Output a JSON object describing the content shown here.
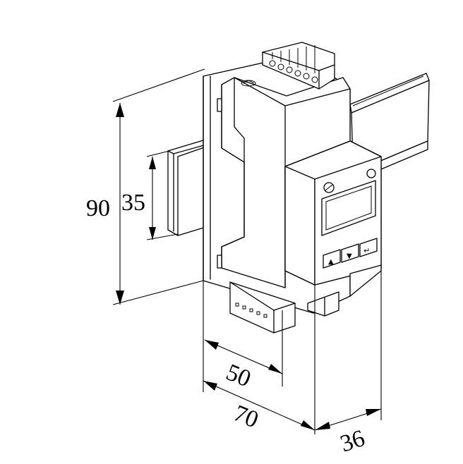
{
  "diagram": {
    "dimensions": {
      "height_total": "90",
      "rail_height": "35",
      "depth_inner": "50",
      "depth_total": "70",
      "width": "36"
    },
    "buttons": [
      {
        "icon": "up-arrow-icon",
        "symbol": "▲"
      },
      {
        "icon": "down-arrow-icon",
        "symbol": "▼"
      },
      {
        "icon": "enter-icon",
        "symbol": "↵"
      }
    ]
  }
}
